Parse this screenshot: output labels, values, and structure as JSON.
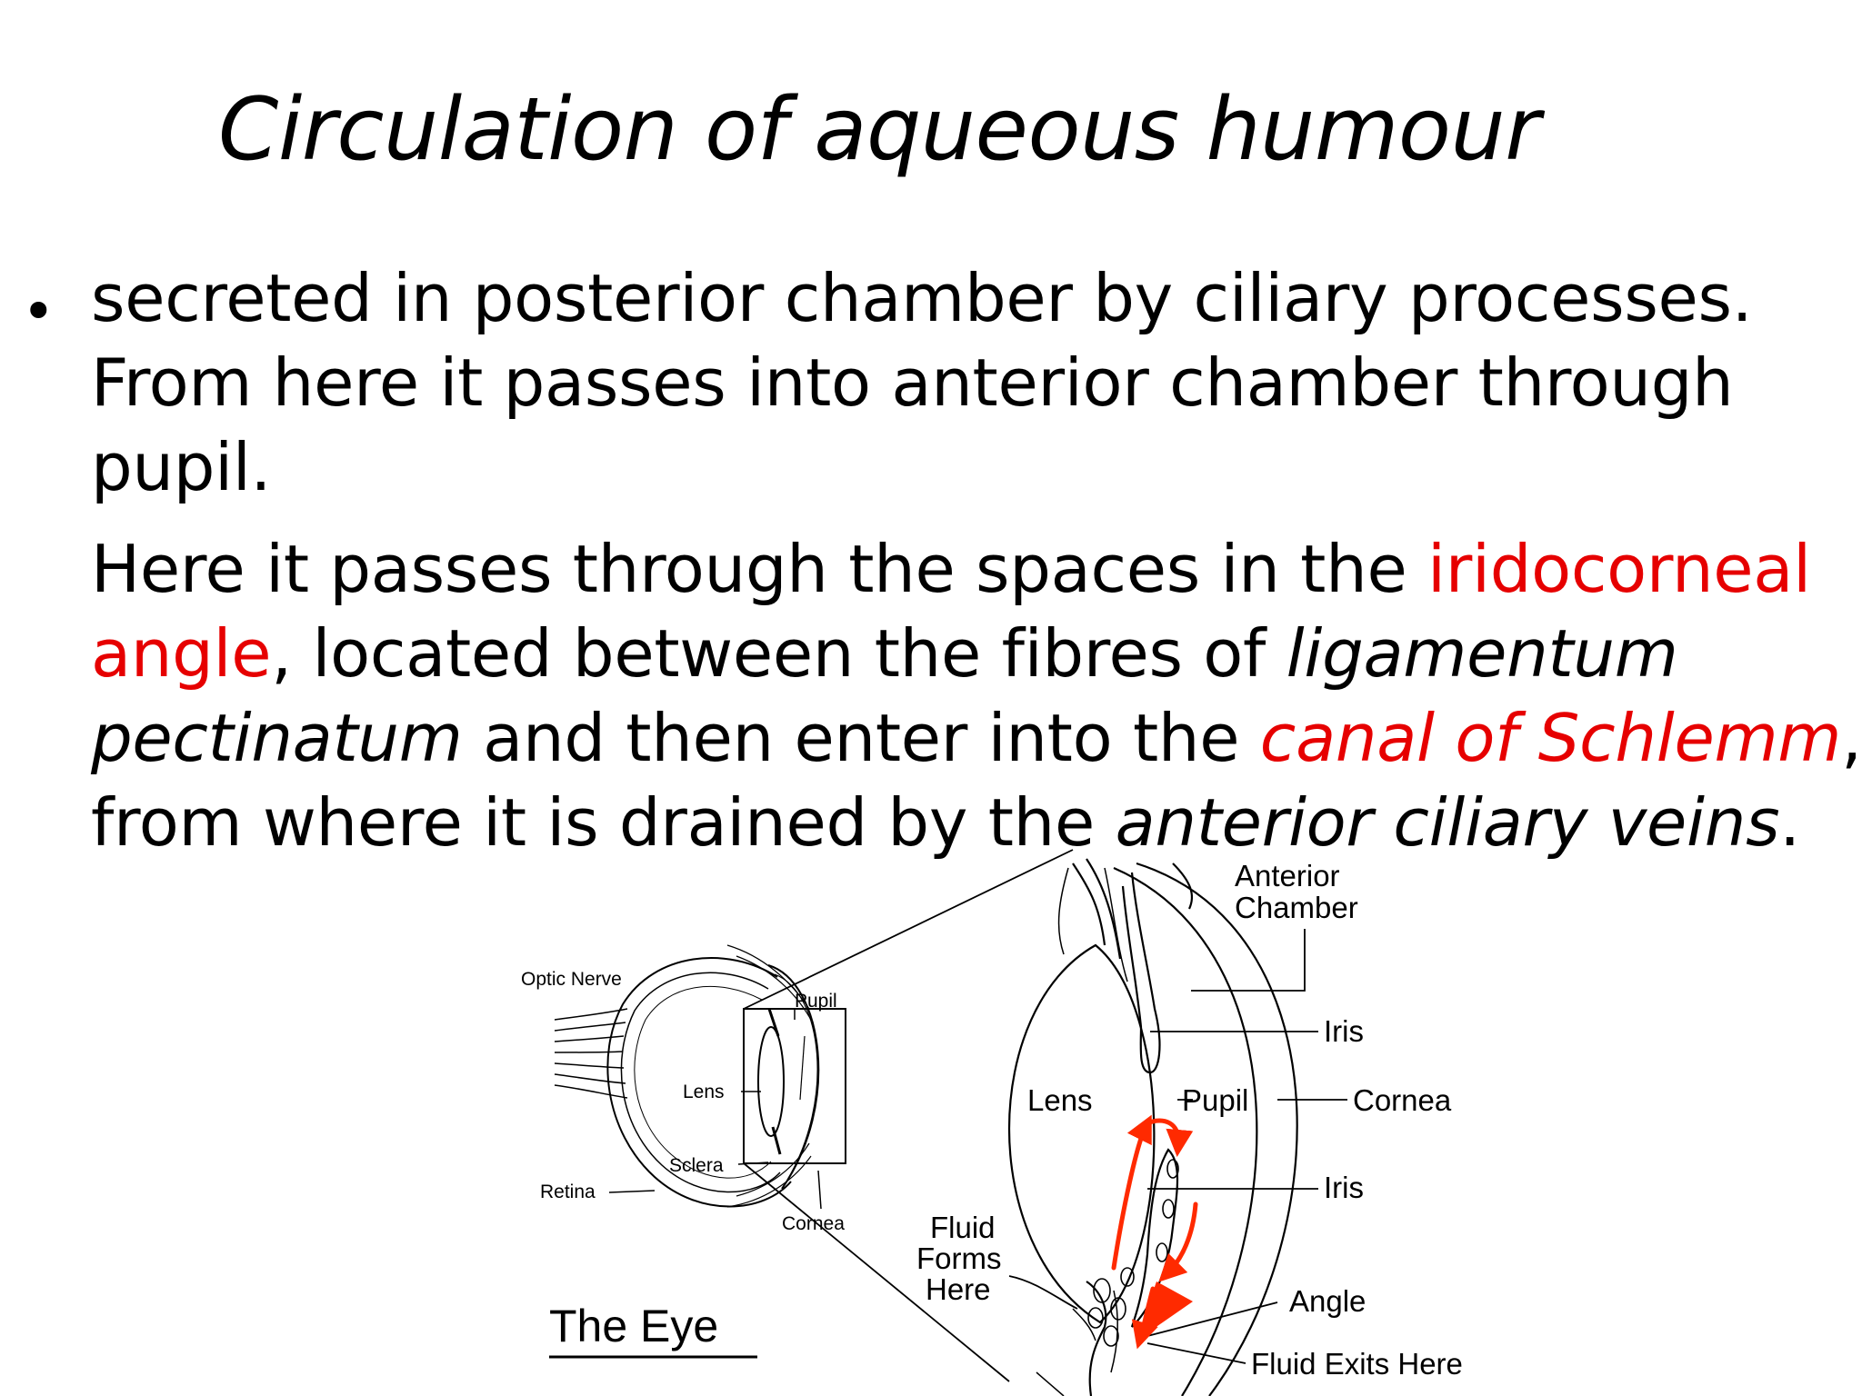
{
  "slide": {
    "title": "Circulation of aqueous humour",
    "bullet_symbol": "•",
    "p1_lines": [
      "secreted in  posterior chamber by ciliary processes.",
      "From here it passes into  anterior chamber through",
      "pupil."
    ],
    "p2": {
      "l1_a": "Here it passes through the spaces in the ",
      "l1_b": "iridocorneal",
      "l2_a": "angle",
      "l2_b": ", located between the fibres of ",
      "l2_c": "ligamentum",
      "l3_a": "pectinatum",
      "l3_b": " and then enter into the ",
      "l3_c": "canal of Schlemm",
      "l3_d": ",",
      "l4_a": "from where it is drained by the ",
      "l4_b": "anterior ciliary veins",
      "l4_c": "."
    },
    "accent_color": "#e60000"
  },
  "figure": {
    "small_eye_labels": {
      "optic_nerve": "Optic Nerve",
      "pupil": "Pupil",
      "lens": "Lens",
      "sclera": "Sclera",
      "retina": "Retina",
      "cornea": "Cornea",
      "caption": "The Eye"
    },
    "detail_labels": {
      "anterior_chamber_1": "Anterior",
      "anterior_chamber_2": "Chamber",
      "iris_top": "Iris",
      "lens": "Lens",
      "pupil": "Pupil",
      "cornea": "Cornea",
      "iris_bottom": "Iris",
      "fluid_forms_1": "Fluid",
      "fluid_forms_2": "Forms",
      "fluid_forms_3": "Here",
      "angle": "Angle",
      "fluid_exits": "Fluid Exits Here"
    },
    "flow_arrow_color": "#ff2a00"
  }
}
